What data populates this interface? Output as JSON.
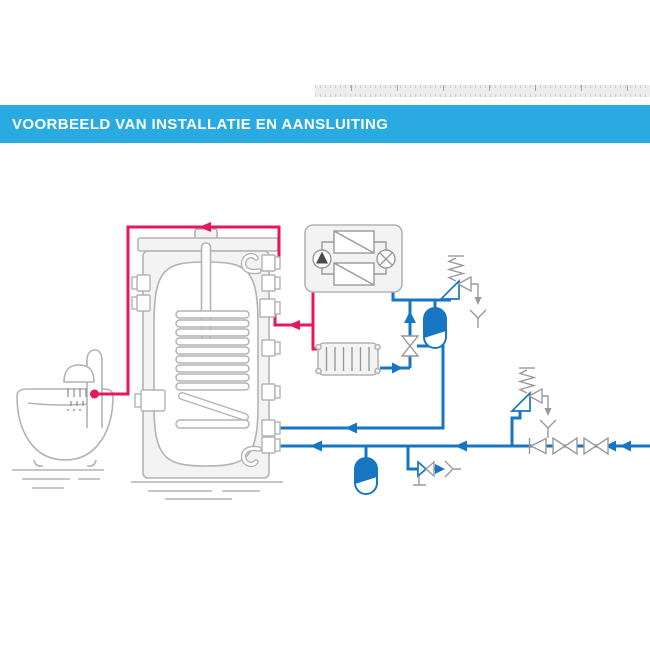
{
  "header": {
    "title": "VOORBEELD VAN INSTALLATIE EN AANSLUITING"
  },
  "colors": {
    "accent": "#29ABE2",
    "hot": "#E8175B",
    "cold": "#1776C1",
    "outline": "#B3B3B3",
    "symbol": "#999999",
    "panel_fill": "#F3F3F3"
  },
  "diagram": {
    "components": [
      "bathtub-with-shower",
      "hot-water-storage-tank",
      "heating-coil",
      "dip-tube",
      "heat-pump-unit",
      "circulation-pump-icon",
      "expansion-valve-icon",
      "heat-exchanger-icon",
      "radiator",
      "safety-valve-group-heating",
      "safety-valve-group-sanitary",
      "expansion-vessel-heating",
      "expansion-vessel-sanitary",
      "three-way-valve",
      "shut-off-valve",
      "check-valve",
      "drain-valve",
      "tundish-drain",
      "cold-water-inlet-pipe",
      "hot-water-supply-pipe",
      "heating-return-pipe"
    ]
  }
}
